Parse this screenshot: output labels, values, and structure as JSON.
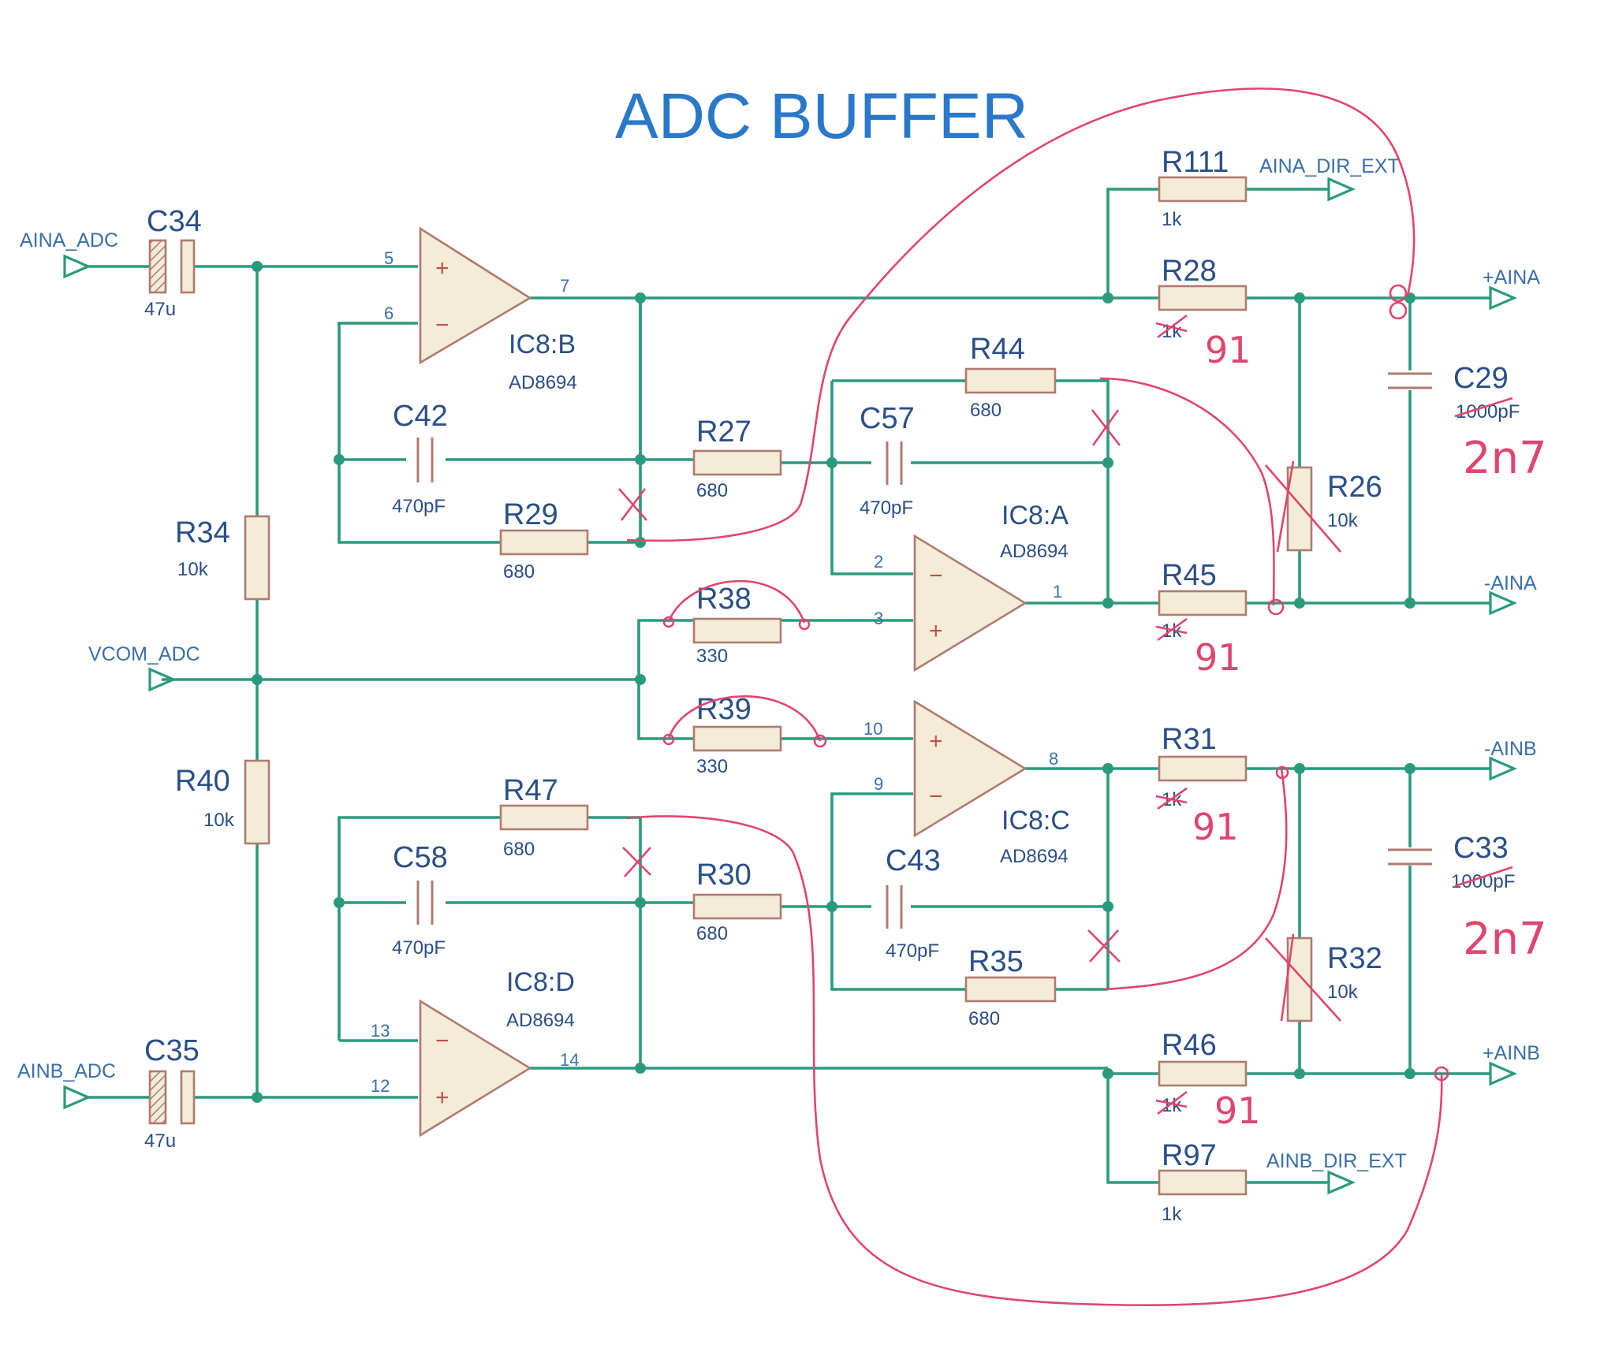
{
  "title": "ADC BUFFER",
  "nets": {
    "aina_adc": "AINA_ADC",
    "ainb_adc": "AINB_ADC",
    "vcom_adc": "VCOM_ADC",
    "aina_dir_ext": "AINA_DIR_EXT",
    "ainb_dir_ext": "AINB_DIR_EXT",
    "pos_aina": "+AINA",
    "neg_aina": "-AINA",
    "neg_ainb": "-AINB",
    "pos_ainb": "+AINB"
  },
  "components": {
    "C34": {
      "ref": "C34",
      "value": "47u"
    },
    "C35": {
      "ref": "C35",
      "value": "47u"
    },
    "R34": {
      "ref": "R34",
      "value": "10k"
    },
    "R40": {
      "ref": "R40",
      "value": "10k"
    },
    "C42": {
      "ref": "C42",
      "value": "470pF"
    },
    "C58": {
      "ref": "C58",
      "value": "470pF"
    },
    "C57": {
      "ref": "C57",
      "value": "470pF"
    },
    "C43": {
      "ref": "C43",
      "value": "470pF"
    },
    "R27": {
      "ref": "R27",
      "value": "680"
    },
    "R29": {
      "ref": "R29",
      "value": "680"
    },
    "R30": {
      "ref": "R30",
      "value": "680"
    },
    "R47": {
      "ref": "R47",
      "value": "680"
    },
    "R44": {
      "ref": "R44",
      "value": "680"
    },
    "R35": {
      "ref": "R35",
      "value": "680"
    },
    "R38": {
      "ref": "R38",
      "value": "330"
    },
    "R39": {
      "ref": "R39",
      "value": "330"
    },
    "R111": {
      "ref": "R111",
      "value": "1k"
    },
    "R97": {
      "ref": "R97",
      "value": "1k"
    },
    "R28": {
      "ref": "R28",
      "value": "1k"
    },
    "R45": {
      "ref": "R45",
      "value": "1k"
    },
    "R31": {
      "ref": "R31",
      "value": "1k"
    },
    "R46": {
      "ref": "R46",
      "value": "1k"
    },
    "R26": {
      "ref": "R26",
      "value": "10k"
    },
    "R32": {
      "ref": "R32",
      "value": "10k"
    },
    "C29": {
      "ref": "C29",
      "value": "1000pF"
    },
    "C33": {
      "ref": "C33",
      "value": "1000pF"
    }
  },
  "opamps": {
    "B": {
      "ref": "IC8:B",
      "part": "AD8694",
      "pin_plus": "5",
      "pin_minus": "6",
      "pin_out": "7"
    },
    "A": {
      "ref": "IC8:A",
      "part": "AD8694",
      "pin_minus": "2",
      "pin_plus": "3",
      "pin_out": "1"
    },
    "C": {
      "ref": "IC8:C",
      "part": "AD8694",
      "pin_plus": "10",
      "pin_minus": "9",
      "pin_out": "8"
    },
    "D": {
      "ref": "IC8:D",
      "part": "AD8694",
      "pin_minus": "13",
      "pin_plus": "12",
      "pin_out": "14"
    }
  },
  "annotations": {
    "r28_new": "91",
    "r45_new": "91",
    "r31_new": "91",
    "r46_new": "91",
    "c29_new": "2n7",
    "c33_new": "2n7"
  }
}
